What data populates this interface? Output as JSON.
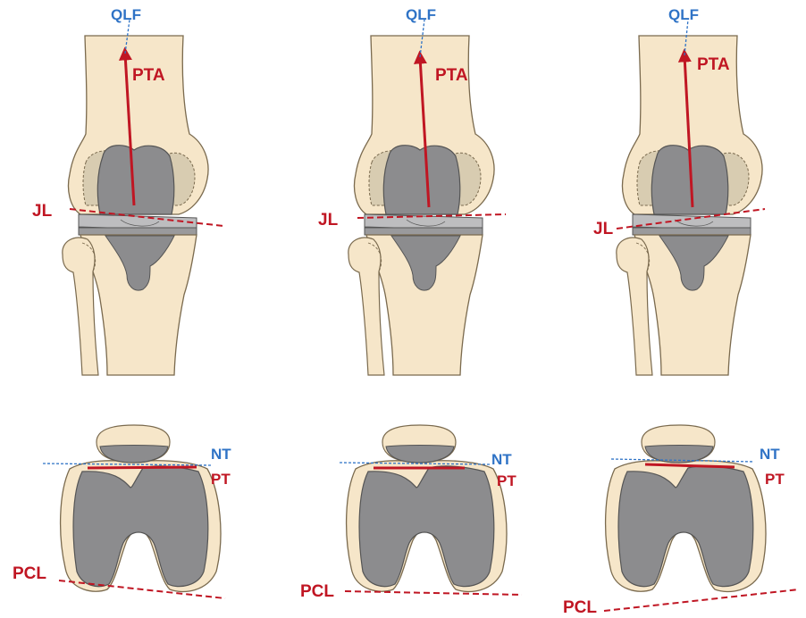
{
  "labels": {
    "qlf": "QLF",
    "pta": "PTA",
    "jl": "JL",
    "nt": "NT",
    "pt": "PT",
    "pcl": "PCL"
  },
  "colors": {
    "bone": "#f6e6c9",
    "bone_stroke": "#7a6a4e",
    "implant": "#8c8c8e",
    "implant_stroke": "#555555",
    "native_condyle": "#d8ccb1",
    "tibial_tray": "#bdbdbf",
    "red_line": "#c01623",
    "blue_line": "#2f73c6"
  },
  "panels": [
    {
      "id": "knee-front-1"
    },
    {
      "id": "knee-front-2"
    },
    {
      "id": "knee-front-3"
    }
  ]
}
